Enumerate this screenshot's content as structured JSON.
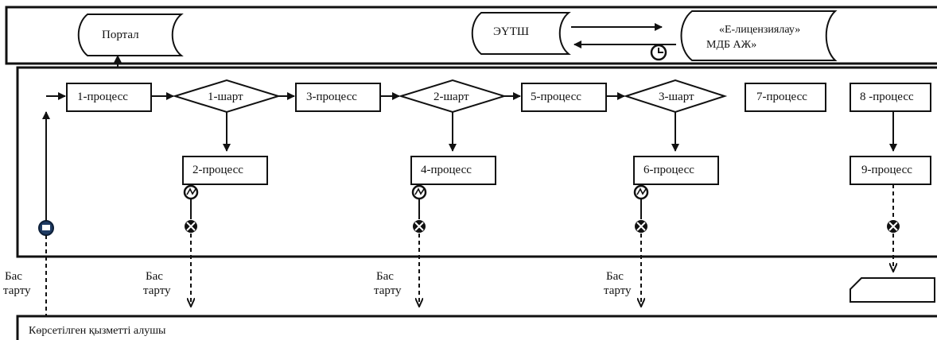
{
  "lanes": {
    "top_portal": "Портал",
    "top_eutsh": "ЭҮТШ",
    "top_elic_line1": "«Е-лицензиялау»",
    "top_elic_line2": "МДБ АЖ»",
    "bottom": "Көрсетілген қызметті алушы"
  },
  "processes": {
    "p1": "1-процесс",
    "p2": "2-процесс",
    "p3": "3-процесс",
    "p4": "4-процесс",
    "p5": "5-процесс",
    "p6": "6-процесс",
    "p7": "7-процесс",
    "p8": "8 -процесс",
    "p9": "9-процесс"
  },
  "conditions": {
    "c1": "1-шарт",
    "c2": "2-шарт",
    "c3": "3-шарт"
  },
  "refusal": {
    "line1": "Бас",
    "line2": "тарту"
  }
}
